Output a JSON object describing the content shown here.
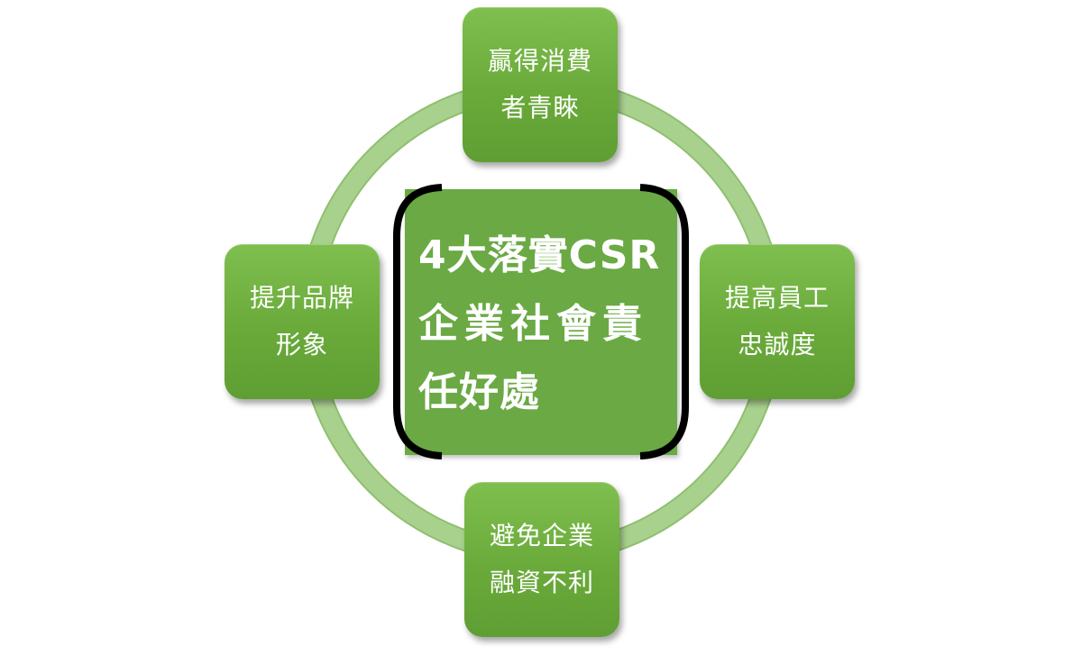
{
  "center": {
    "lines": [
      "4大落實CSR",
      "企業社會責",
      "任好處"
    ]
  },
  "nodes": {
    "top": {
      "lines": [
        "贏得消費",
        "者青睞"
      ]
    },
    "right": {
      "lines": [
        "提高員工",
        "忠誠度"
      ]
    },
    "bottom": {
      "lines": [
        "避免企業",
        "融資不利"
      ]
    },
    "left": {
      "lines": [
        "提升品牌",
        "形象"
      ]
    }
  },
  "colors": {
    "ring": "#a9d18e",
    "ring_edge": "#8fbf6f",
    "node_fill": "#70ad47",
    "center_fill": "#6aa944",
    "bracket": "#000000",
    "text": "#ffffff"
  }
}
